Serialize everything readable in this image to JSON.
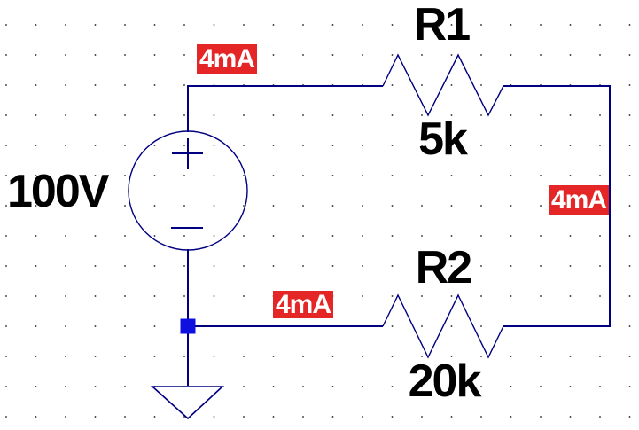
{
  "schematic": {
    "kind": "dc-circuit-diagram",
    "voltage_source": {
      "label": "100V",
      "symbol": "circle-with-plus-minus"
    },
    "resistors": [
      {
        "name": "R1",
        "value": "5k",
        "position": "top-branch"
      },
      {
        "name": "R2",
        "value": "20k",
        "position": "bottom-branch"
      }
    ],
    "current_labels": [
      {
        "text": "4mA",
        "position": "top-wire"
      },
      {
        "text": "4mA",
        "position": "right-wire"
      },
      {
        "text": "4mA",
        "position": "bottom-wire"
      }
    ],
    "ground": {
      "symbol": "triangle-ground"
    },
    "junction": {
      "symbol": "filled-square-node"
    }
  },
  "colors": {
    "background": "#ffffff",
    "wire": "#000080",
    "junction_node": "#0f0fe0",
    "current_badge_bg": "#e42626",
    "current_badge_text": "#ffffff",
    "component_text": "#000000",
    "grid_dot": "#4f4f4f"
  }
}
